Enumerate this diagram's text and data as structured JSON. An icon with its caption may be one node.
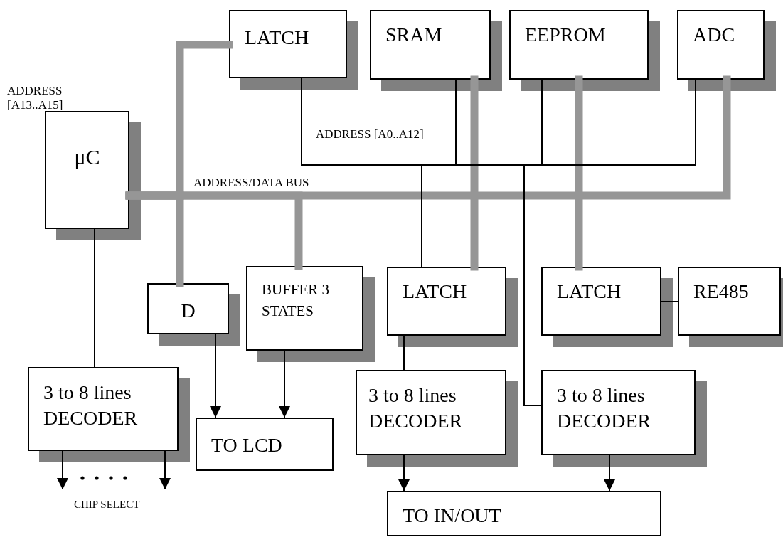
{
  "diagram": {
    "nodes": [
      {
        "text": [
          "LATCH"
        ]
      },
      {
        "text": [
          "SRAM"
        ]
      },
      {
        "text": [
          "EEPROM"
        ]
      },
      {
        "text": [
          "ADC"
        ]
      },
      {
        "text": [
          "μC"
        ]
      },
      {
        "text": [
          "D"
        ]
      },
      {
        "text": [
          "BUFFER 3 STATES"
        ]
      },
      {
        "text": [
          "LATCH"
        ]
      },
      {
        "text": [
          "LATCH"
        ]
      },
      {
        "text": [
          "RE485"
        ]
      },
      {
        "text": [
          "3 to 8 lines DECODER"
        ]
      },
      {
        "text": [
          "TO LCD"
        ]
      },
      {
        "text": [
          "3 to 8 lines DECODER"
        ]
      },
      {
        "text": [
          "3 to 8 lines DECODER"
        ]
      },
      {
        "text": [
          "TO IN/OUT"
        ]
      }
    ],
    "edges": [
      {
        "from": 4,
        "to": 0,
        "arrow": "none",
        "style": "thick",
        "color": "#969696"
      },
      {
        "from": 4,
        "to": 5,
        "arrow": "none",
        "style": "thick",
        "color": "#969696"
      },
      {
        "from": 4,
        "to": 6,
        "arrow": "none",
        "style": "thick",
        "color": "#969696"
      },
      {
        "from": 4,
        "to": 3,
        "arrow": "none",
        "style": "thick",
        "color": "#969696"
      },
      {
        "from": 1,
        "to": 7,
        "arrow": "none",
        "style": "thick",
        "color": "#969696"
      },
      {
        "from": 2,
        "to": 8,
        "arrow": "none",
        "style": "thick",
        "color": "#969696"
      },
      {
        "from": 0,
        "to": 1,
        "arrow": "none"
      },
      {
        "from": 0,
        "to": 2,
        "arrow": "none"
      },
      {
        "from": 0,
        "to": 3,
        "arrow": "none"
      },
      {
        "from": 0,
        "to": 7,
        "arrow": "none"
      },
      {
        "from": 0,
        "to": 13,
        "arrow": "none"
      },
      {
        "from": 4,
        "to": 10,
        "arrow": "none"
      },
      {
        "from": 10,
        "to": null,
        "arrow": "to"
      },
      {
        "from": 10,
        "to": null,
        "arrow": "to"
      },
      {
        "from": 5,
        "to": 11,
        "arrow": "to"
      },
      {
        "from": 6,
        "to": 11,
        "arrow": "to"
      },
      {
        "from": 7,
        "to": 12,
        "arrow": "none"
      },
      {
        "from": 8,
        "to": 9,
        "arrow": "none"
      },
      {
        "from": 12,
        "to": 14,
        "arrow": "to"
      },
      {
        "from": 13,
        "to": 14,
        "arrow": "to"
      }
    ],
    "labels": [
      "ADDRESS [A13..A15]",
      "ADDRESS [A0..A12]",
      "ADDRESS/DATA BUS",
      "CHIP SELECT"
    ]
  }
}
